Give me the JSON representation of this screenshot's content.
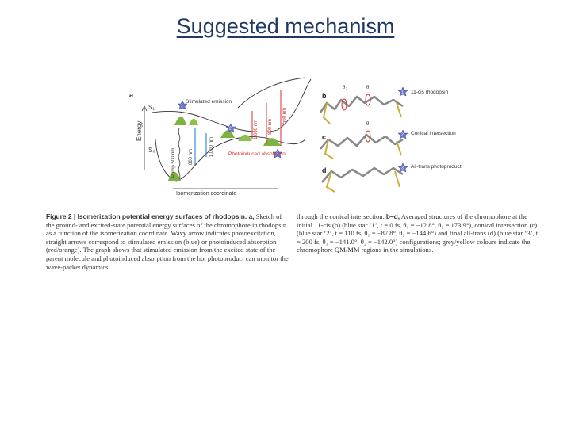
{
  "slide": {
    "title": "Suggested mechanism"
  },
  "figure": {
    "panel_a": {
      "label": "a",
      "energy_axis": "Energy",
      "s1": "S₁",
      "s0": "S₀",
      "stimulated_emission": "Stimulated emission",
      "photoinduced_absorption": "Photoinduced absorption",
      "pump": "Pump 500 nm",
      "em_800": "800 nm",
      "em_1000": "1,000 nm",
      "abs_1000": "1,000 nm",
      "abs_800": "800 nm",
      "abs_560": "560 nm",
      "x_axis": "Isomerization coordinate",
      "star1": "1",
      "star2": "2",
      "star3": "3"
    },
    "panel_b": {
      "label": "b",
      "theta2": "θ₂",
      "theta1": "θ₁",
      "struct_label": "11-cis rhodopsin",
      "star": "1"
    },
    "panel_c": {
      "label": "c",
      "theta1": "θ₁",
      "struct_label": "Conical intersection",
      "star": "2"
    },
    "panel_d": {
      "label": "d",
      "struct_label": "All-trans photoproduct",
      "star": "3"
    },
    "colors": {
      "wavepacket": "#7cb342",
      "star": "#6a75c9",
      "absorption": "#d32f2f",
      "title": "#1f3864"
    }
  },
  "caption": {
    "left_bold": "Figure 2 | Isomerization potential energy surfaces of rhodopsin. a,",
    "left_text": " Sketch of the ground- and excited-state potential energy surfaces of the chromophore in rhodopsin as a function of the isomerization coordinate. Wavy arrow indicates photoexcitation, straight arrows correspond to stimulated emission (blue) or photoinduced absorption (red/orange). The graph shows that stimulated emission from the excited state of the parent molecule and photoinduced absorption from the hot photoproduct can monitor the wave-packet dynamics",
    "right_text_1": "through the conical intersection. ",
    "right_bold": "b–d,",
    "right_text_2": " Averaged structures of the chromophore at the initial 11-cis (b) (blue star ‘1’, t = 0 fs, θ₁ = −12.8°, θ₂ = 173.9°), conical intersection (c) (blue star ‘2’, t = 110 fs, θ₁ = −87.8°, θ₂ = −144.6°) and final all-trans (d) (blue star ‘3’, t = 200 fs, θ₁ = −141.0°, θ₂ = −142.0°) configurations; grey/yellow colours indicate the chromophore QM/MM regions in the simulations."
  }
}
